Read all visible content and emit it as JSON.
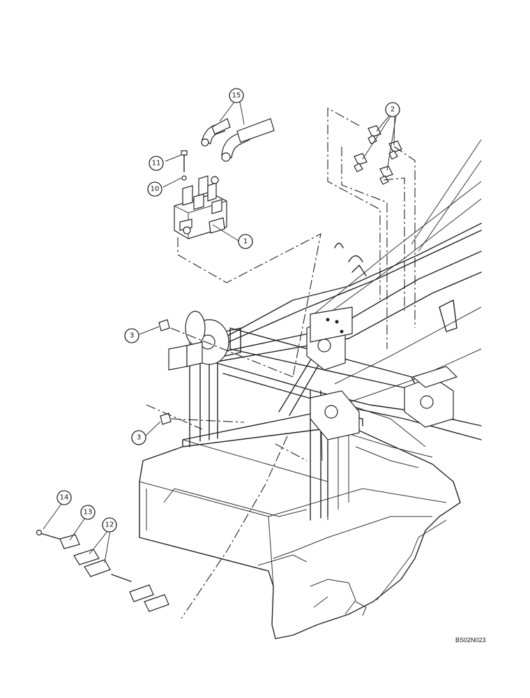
{
  "drawing": {
    "code": "BS02N023",
    "callouts": [
      {
        "id": "c15",
        "label": "15"
      },
      {
        "id": "c2",
        "label": "2"
      },
      {
        "id": "c11",
        "label": "11"
      },
      {
        "id": "c10",
        "label": "10"
      },
      {
        "id": "c1",
        "label": "1"
      },
      {
        "id": "c3a",
        "label": "3"
      },
      {
        "id": "c3b",
        "label": "3"
      },
      {
        "id": "c14",
        "label": "14"
      },
      {
        "id": "c13",
        "label": "13"
      },
      {
        "id": "c12",
        "label": "12"
      }
    ]
  }
}
